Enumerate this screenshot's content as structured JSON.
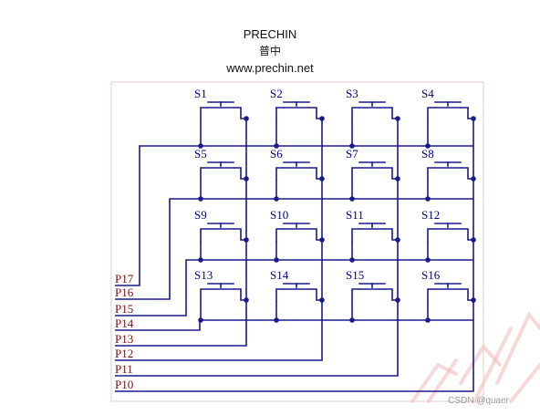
{
  "header": {
    "title": "PRECHIN",
    "subtitle": "普中",
    "url": "www.prechin.net"
  },
  "schematic": {
    "switches": [
      "S1",
      "S2",
      "S3",
      "S4",
      "S5",
      "S6",
      "S7",
      "S8",
      "S9",
      "S10",
      "S11",
      "S12",
      "S13",
      "S14",
      "S15",
      "S16"
    ],
    "ports": [
      "P17",
      "P16",
      "P15",
      "P14",
      "P13",
      "P12",
      "P11",
      "P10"
    ],
    "colors": {
      "wire": "#1a1a8c",
      "label": "#000080",
      "port_label": "#7a1010",
      "border": "#e8c8c8",
      "watermark": "#f0b8b8"
    }
  },
  "watermark": {
    "text": "CSDN @quaer"
  }
}
